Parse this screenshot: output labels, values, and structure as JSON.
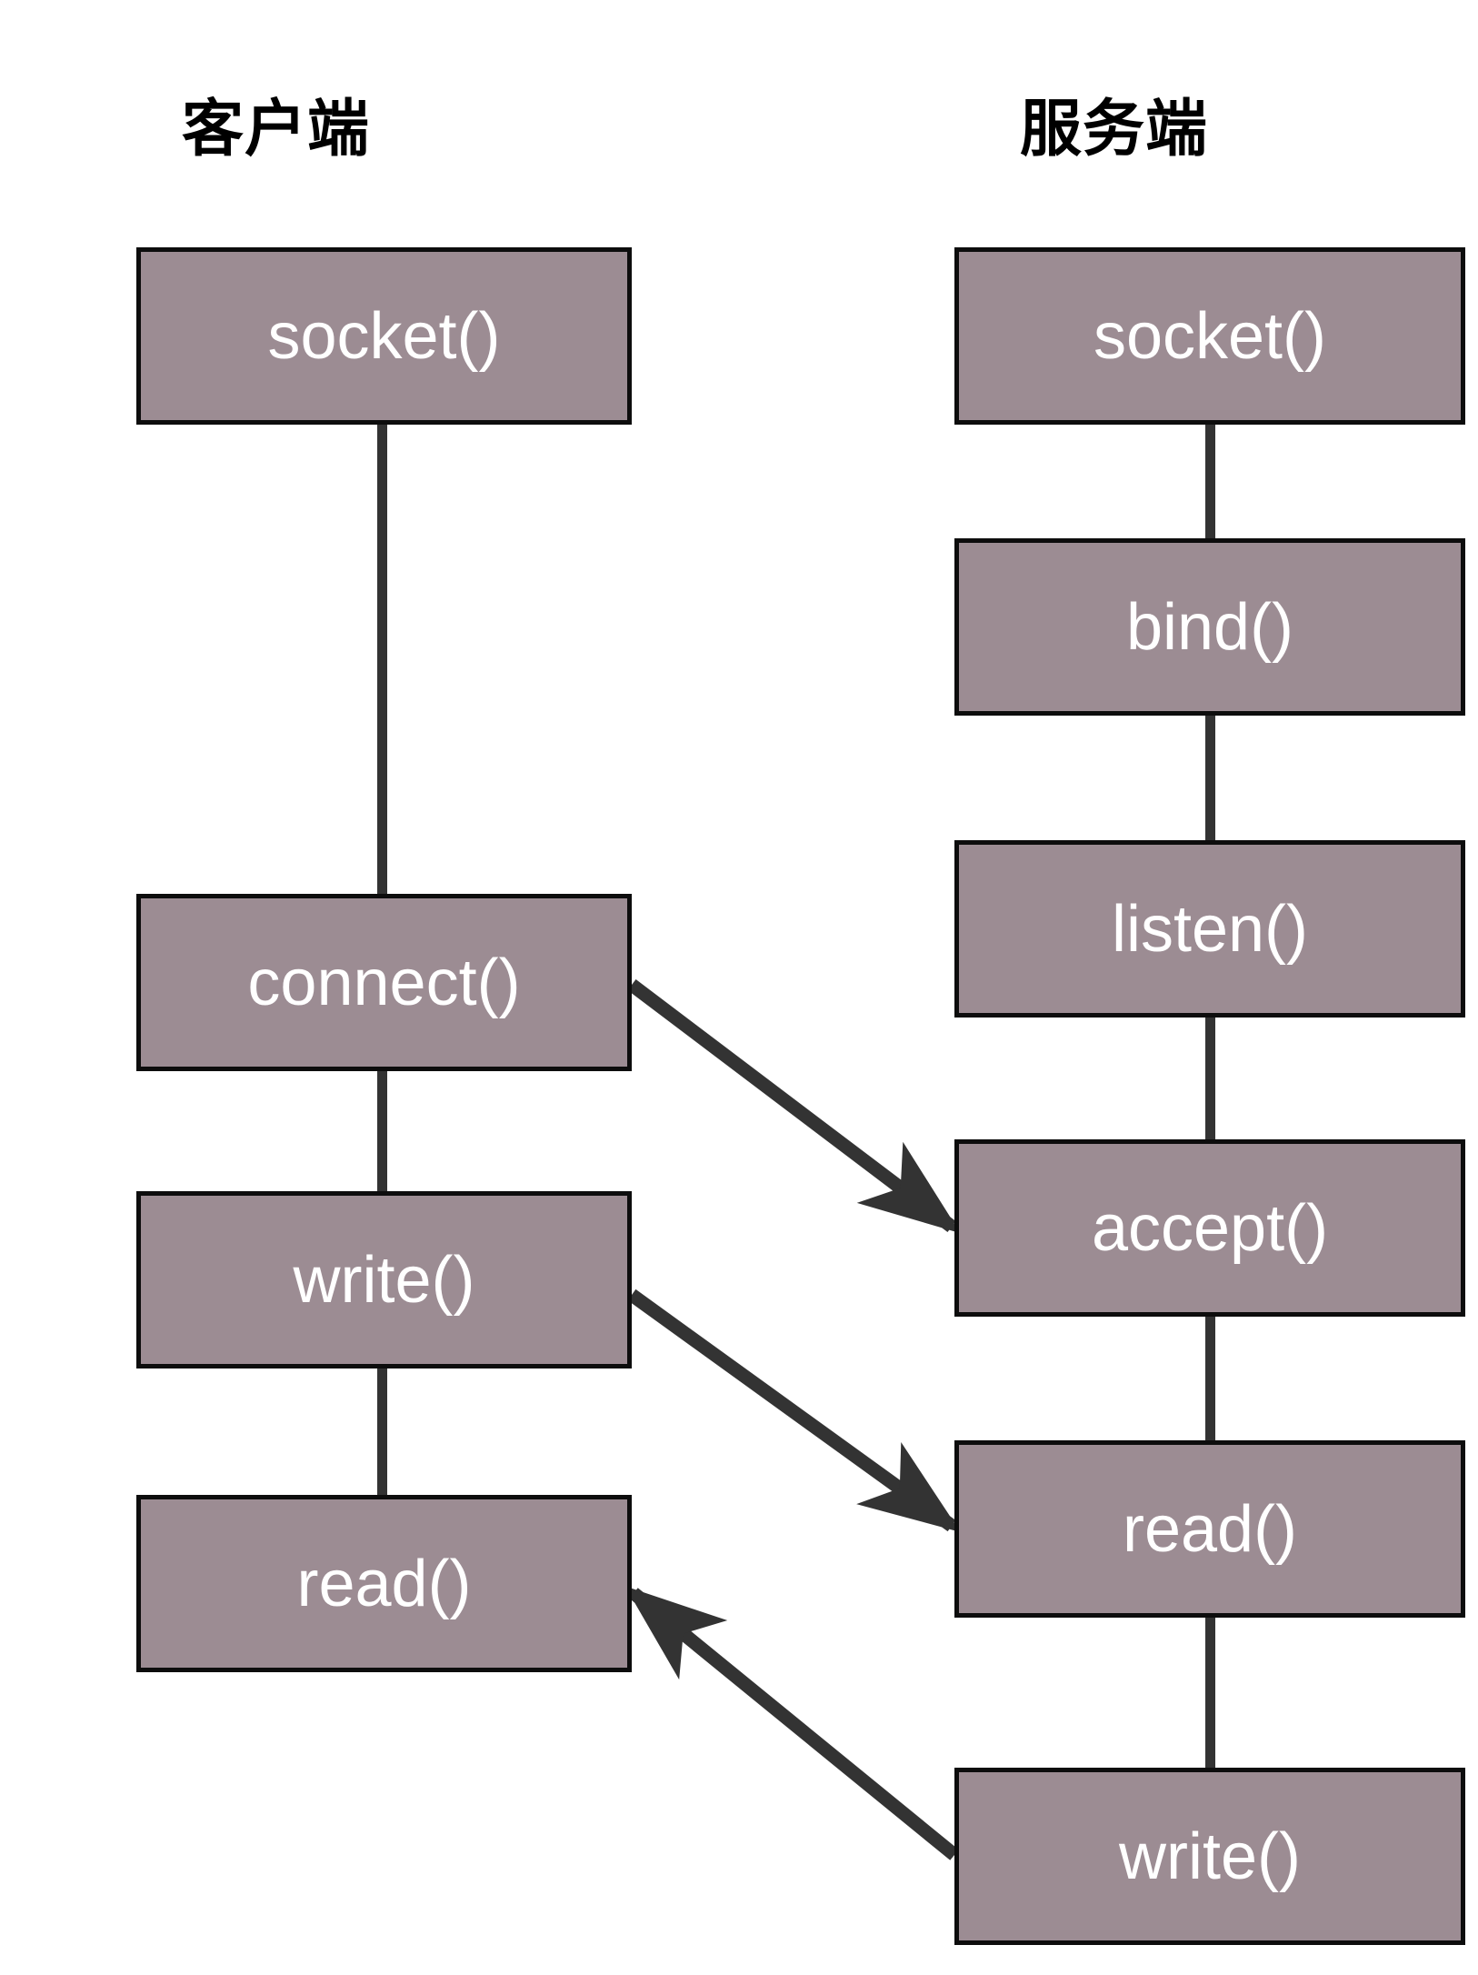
{
  "diagram": {
    "title_client": "客户端",
    "title_server": "服务端",
    "colors": {
      "box_fill": "#9c8c93",
      "box_border": "#0d0d0d",
      "label_text": "#ffffff",
      "connector": "#333333",
      "arrow": "#333333",
      "background": "#ffffff",
      "title_text": "#000000"
    },
    "client": {
      "name": "客户端",
      "steps": [
        {
          "label": "socket()"
        },
        {
          "label": "connect()"
        },
        {
          "label": "write()"
        },
        {
          "label": "read()"
        }
      ]
    },
    "server": {
      "name": "服务端",
      "steps": [
        {
          "label": "socket()"
        },
        {
          "label": "bind()"
        },
        {
          "label": "listen()"
        },
        {
          "label": "accept()"
        },
        {
          "label": "read()"
        },
        {
          "label": "write()"
        }
      ]
    },
    "messages": [
      {
        "from": "connect()",
        "to": "accept()",
        "direction": "client-to-server"
      },
      {
        "from": "write()",
        "to": "read()",
        "direction": "client-to-server"
      },
      {
        "from": "write()",
        "to": "read()",
        "direction": "server-to-client"
      }
    ]
  }
}
